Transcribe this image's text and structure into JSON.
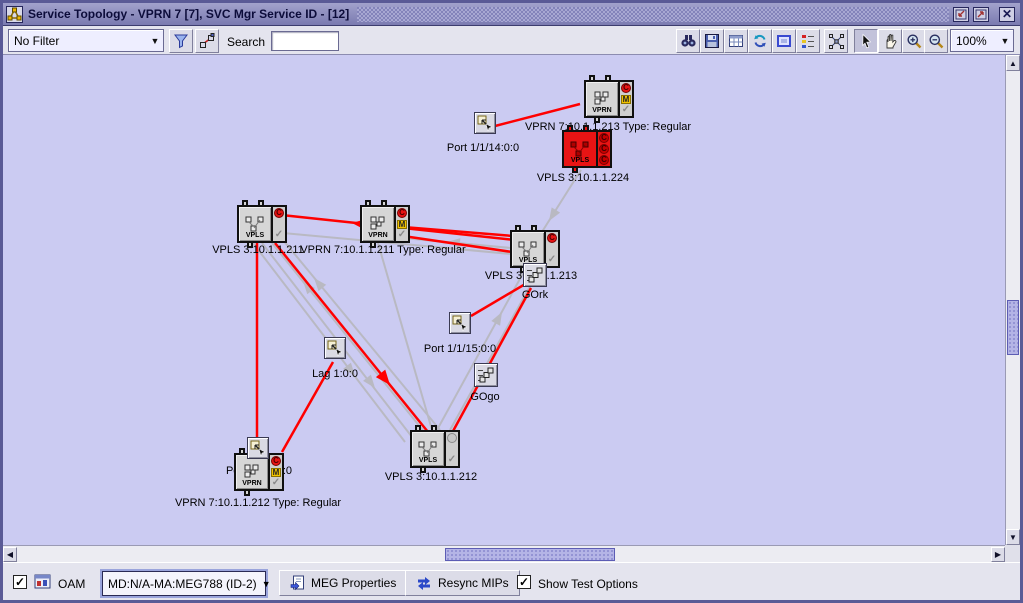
{
  "window": {
    "title": "Service Topology - VPRN 7 [7], SVC Mgr Service ID - [12]"
  },
  "toolbar": {
    "filter_value": "No Filter",
    "search_label": "Search",
    "search_value": "",
    "zoom_value": "100%"
  },
  "canvas": {
    "nodes": [
      {
        "kind": "service",
        "service_type": "VPRN",
        "label": "VPRN 7:10.1.1.213 Type: Regular",
        "badges": [
          "C",
          "M",
          "✓"
        ],
        "state": "normal"
      },
      {
        "kind": "port",
        "label": "Port 1/1/14:0:0"
      },
      {
        "kind": "service",
        "service_type": "VPLS",
        "label": "VPLS 3:10.1.1.224",
        "badges": [
          "C",
          "C",
          "C"
        ],
        "state": "alarm"
      },
      {
        "kind": "service",
        "service_type": "VPLS",
        "label": "VPLS 3:10.1.1.211",
        "badges": [
          "C",
          "✓"
        ],
        "state": "normal"
      },
      {
        "kind": "service",
        "service_type": "VPRN",
        "label": "VPRN 7:10.1.1.211 Type: Regular",
        "badges": [
          "C",
          "M",
          "✓"
        ],
        "state": "normal"
      },
      {
        "kind": "service",
        "service_type": "VPLS",
        "label": "VPLS 3:10.1.1.213",
        "badges": [
          "C",
          "✓"
        ],
        "state": "normal"
      },
      {
        "kind": "group",
        "label": "GOrk"
      },
      {
        "kind": "port",
        "label": "Port 1/1/15:0:0"
      },
      {
        "kind": "port",
        "label": "Lag 1:0:0"
      },
      {
        "kind": "group",
        "label": "GOgo"
      },
      {
        "kind": "service",
        "service_type": "VPLS",
        "label": "VPLS 3:10.1.1.212",
        "badges": [
          "",
          "✓"
        ],
        "state": "normal"
      },
      {
        "kind": "port",
        "label": "Port 1/1/2:1:0"
      },
      {
        "kind": "service",
        "service_type": "VPRN",
        "label": "VPRN 7:10.1.1.212 Type: Regular",
        "badges": [
          "C",
          "M",
          "✓"
        ],
        "state": "normal"
      }
    ],
    "edges": [
      {
        "from": "Port 1/1/14:0:0",
        "to": "VPRN 7:10.1.1.213",
        "color": "red"
      },
      {
        "from": "VPLS 3:10.1.1.213",
        "to": "VPLS 3:10.1.1.211",
        "color": "red",
        "arrow": true
      },
      {
        "from": "VPRN 7:10.1.1.211",
        "to": "VPLS 3:10.1.1.213",
        "color": "red",
        "count": 2
      },
      {
        "from": "VPLS 3:10.1.1.211",
        "to": "VPLS 3:10.1.1.212",
        "color": "red",
        "arrow": true
      },
      {
        "from": "VPLS 3:10.1.1.211",
        "to": "Port 1/1/2:1:0",
        "color": "red"
      },
      {
        "from": "VPRN 7:10.1.1.212",
        "to": "Lag 1:0:0",
        "color": "red"
      },
      {
        "from": "GOrk",
        "to": "Port 1/1/15:0:0",
        "color": "red"
      },
      {
        "from": "GOrk",
        "to": "VPLS 3:10.1.1.212",
        "color": "red"
      },
      {
        "from": "VPLS 3:10.1.1.224",
        "to": "VPLS 3:10.1.1.213",
        "color": "gray",
        "arrow": true
      },
      {
        "from": "VPLS 3:10.1.1.213",
        "to": "VPRN 7:10.1.1.211",
        "color": "gray",
        "arrow": true
      },
      {
        "from": "VPLS 3:10.1.1.213",
        "to": "VPLS 3:10.1.1.211",
        "color": "gray"
      },
      {
        "from": "VPLS 3:10.1.1.211",
        "to": "VPLS 3:10.1.1.212",
        "color": "gray",
        "count": 4
      },
      {
        "from": "VPRN 7:10.1.1.211",
        "to": "VPLS 3:10.1.1.212",
        "color": "gray"
      },
      {
        "from": "VPLS 3:10.1.1.212",
        "to": "VPLS 3:10.1.1.213",
        "color": "gray",
        "count": 2
      }
    ]
  },
  "bottom_bar": {
    "oam_label": "OAM",
    "meg_value": "MD:N/A-MA:MEG788 (ID-2)",
    "meg_properties_label": "MEG Properties",
    "resync_label": "Resync MIPs",
    "show_test_label": "Show Test Options"
  },
  "colors": {
    "canvas_bg": "#cbcbf2",
    "link_red": "#ff0000",
    "link_gray": "#b9b9c2",
    "node_gray": "#d6d6d6",
    "alarm_red": "#e81414",
    "badge_yellow": "#f2c400"
  }
}
